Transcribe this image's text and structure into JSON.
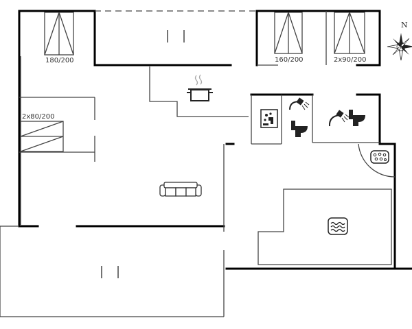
{
  "floorplan": {
    "bed_labels": {
      "bed1": "180/200",
      "bed2": "2x80/200",
      "bed3": "160/200",
      "bed4": "2x90/200"
    },
    "compass": {
      "north_label": "N"
    },
    "icons": {
      "kitchen": "cooking-pot-icon",
      "sofa": "sofa-icon",
      "sauna": "sauna-icon",
      "shower": "shower-icon",
      "toilet": "toilet-icon",
      "whirlpool": "whirlpool-icon",
      "pool": "pool-icon"
    },
    "colors": {
      "wall": "#000000",
      "line": "#444444"
    }
  }
}
